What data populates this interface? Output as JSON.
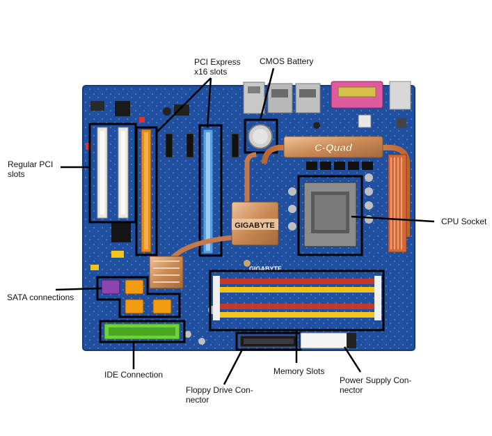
{
  "labels": {
    "pci_express_line1": "PCI Express",
    "pci_express_line2": "x16 slots",
    "cmos_battery": "CMOS Battery",
    "regular_pci_line1": "Regular PCI",
    "regular_pci_line2": "slots",
    "cpu_socket": "CPU Socket",
    "sata_connections": "SATA connections",
    "ide_connection": "IDE Connection",
    "floppy_line1": "Floppy Drive Con-",
    "floppy_line2": "nector",
    "memory_slots": "Memory Slots",
    "power_supply_line1": "Power Supply Con-",
    "power_supply_line2": "nector"
  },
  "board_text": {
    "brand_chipset": "GIGABYTE",
    "brand_board": "GIGABYTE",
    "heatsink_logo": "C-Quad"
  },
  "colors": {
    "board": "#1f4f9e",
    "outline": "#000000",
    "pci_slot": "#ece9e0",
    "pcie_orange": "#e48a1e",
    "pcie_blue": "#5aa0e0",
    "dimm_red": "#c0392b",
    "dimm_yellow": "#f2c419",
    "ide_green": "#6fd13d",
    "sata_purple": "#8e44ad",
    "sata_orange": "#f39c12",
    "copper": "#d49a6a"
  }
}
